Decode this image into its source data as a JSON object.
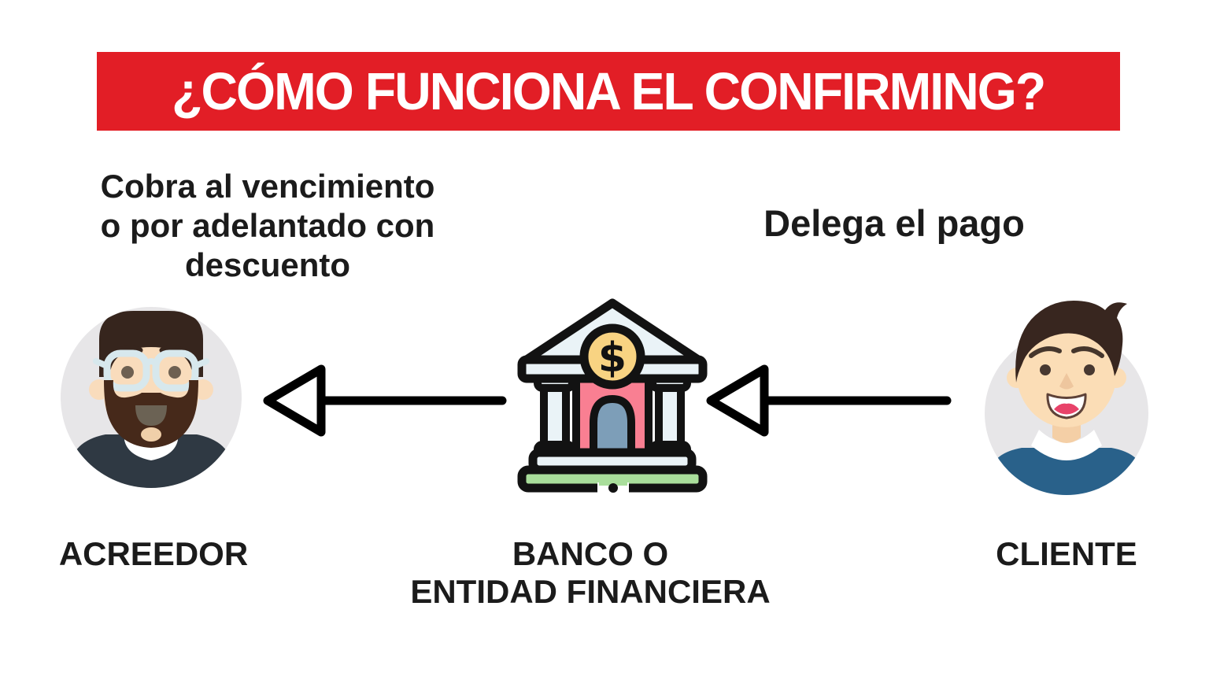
{
  "title": {
    "text": "¿CÓMO FUNCIONA EL CONFIRMING?"
  },
  "annotations": {
    "creditor_note": "Cobra al vencimiento\no por adelantado con\ndescuento",
    "client_note": "Delega el pago"
  },
  "nodes": {
    "creditor": {
      "label": "ACREEDOR",
      "icon": "creditor-avatar"
    },
    "bank": {
      "label": "BANCO O\nENTIDAD FINANCIERA",
      "icon": "bank-icon"
    },
    "client": {
      "label": "CLIENTE",
      "icon": "client-avatar"
    }
  },
  "arrows": [
    {
      "name": "arrow-bank-to-creditor",
      "direction": "left",
      "from": "bank",
      "to": "creditor"
    },
    {
      "name": "arrow-client-to-bank",
      "direction": "left",
      "from": "client",
      "to": "bank"
    }
  ],
  "colors": {
    "banner_bg": "#E21E26",
    "banner_text": "#FFFFFF",
    "text": "#1B1B1B",
    "avatar_circle": "#E7E6E8",
    "skin": "#F9DCBC",
    "hair_dark_brown": "#36251D",
    "beard": "#46291A",
    "glasses_frame": "#D7E8ED",
    "creditor_sweater": "#2F3943",
    "client_sweater": "#29618A",
    "tongue_pink": "#E8436A",
    "bank_outline": "#121212",
    "bank_pediment": "#EAF3F7",
    "bank_facade_pink": "#F97F92",
    "bank_door_blue": "#7D9EB8",
    "bank_coin_gold": "#F8D382",
    "bank_ground_green": "#A9DE9B"
  }
}
